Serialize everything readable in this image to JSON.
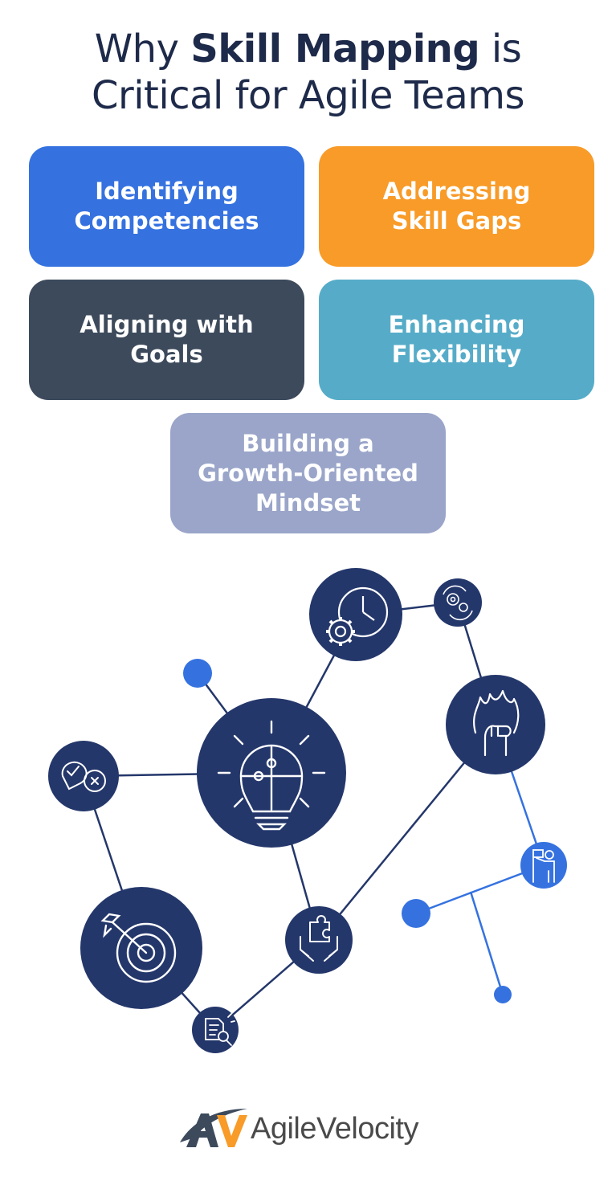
{
  "title": {
    "line1_pre": "Why ",
    "line1_bold": "Skill Mapping",
    "line1_post": " is",
    "line2": "Critical for Agile Teams"
  },
  "cards": [
    {
      "lines": [
        "Identifying",
        "Competencies"
      ],
      "color": "#3572e0"
    },
    {
      "lines": [
        "Addressing",
        "Skill Gaps"
      ],
      "color": "#f89b28"
    },
    {
      "lines": [
        "Aligning with",
        "Goals"
      ],
      "color": "#3d4a5c"
    },
    {
      "lines": [
        "Enhancing",
        "Flexibility"
      ],
      "color": "#56acc8"
    },
    {
      "lines": [
        "Building a",
        "Growth-Oriented",
        "Mindset"
      ],
      "color": "#9aa5c9"
    }
  ],
  "colors": {
    "node_dark": "#24376b",
    "node_accent": "#3572e0",
    "line": "#24376b",
    "title": "#1e2a4a"
  },
  "icons": [
    "clock-gear-icon",
    "gears-refresh-icon",
    "lightbulb-puzzle-icon",
    "chat-check-x-icon",
    "fist-fire-icon",
    "person-flag-icon",
    "target-arrow-icon",
    "hands-puzzle-icon",
    "document-search-icon"
  ],
  "logo": {
    "mark": "AV",
    "text": "AgileVelocity"
  }
}
